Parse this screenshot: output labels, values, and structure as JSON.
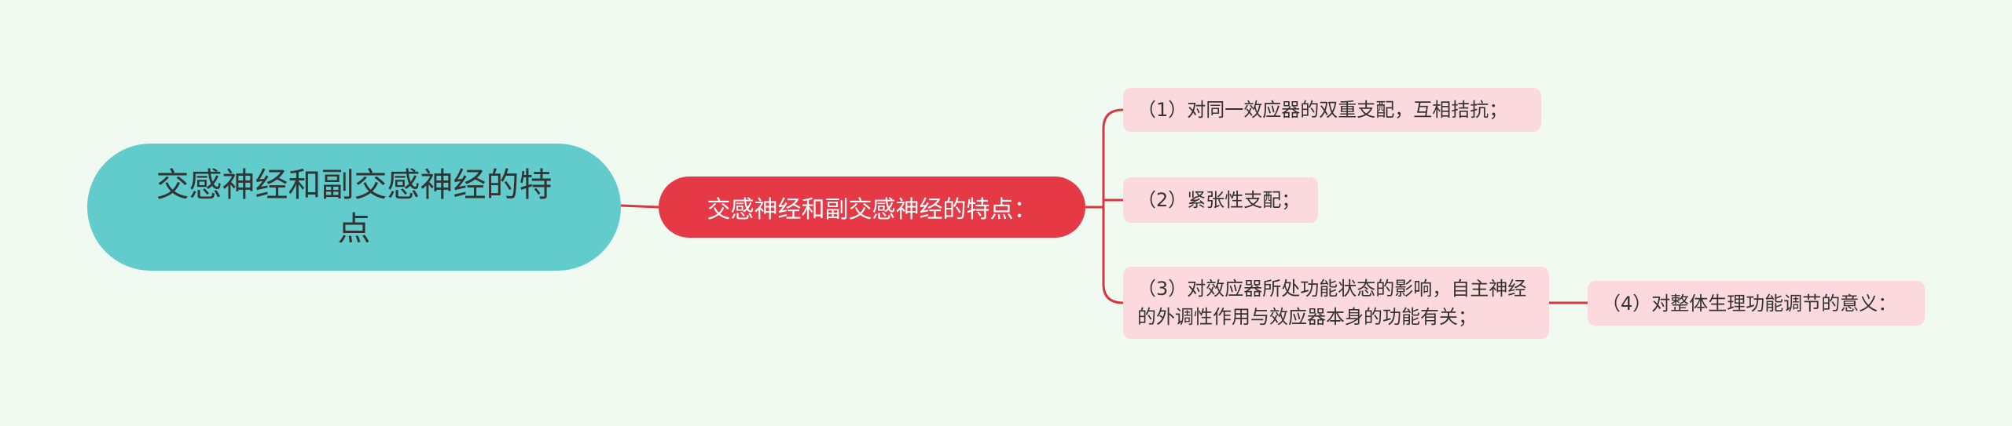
{
  "colors": {
    "background": "#f0faf0",
    "root_fill": "#62cbcc",
    "branch_fill": "#e63946",
    "leaf_fill": "#fcd9dc",
    "connector": "#d9373f"
  },
  "root": {
    "label": "交感神经和副交感神经的特点"
  },
  "branch": {
    "label": "交感神经和副交感神经的特点："
  },
  "leaves": [
    {
      "label": "（1）对同一效应器的双重支配，互相拮抗；"
    },
    {
      "label": "（2）紧张性支配；"
    },
    {
      "label": "（3）对效应器所处功能状态的影响，自主神经的外调性作用与效应器本身的功能有关；"
    },
    {
      "label": "（4）对整体生理功能调节的意义："
    }
  ]
}
